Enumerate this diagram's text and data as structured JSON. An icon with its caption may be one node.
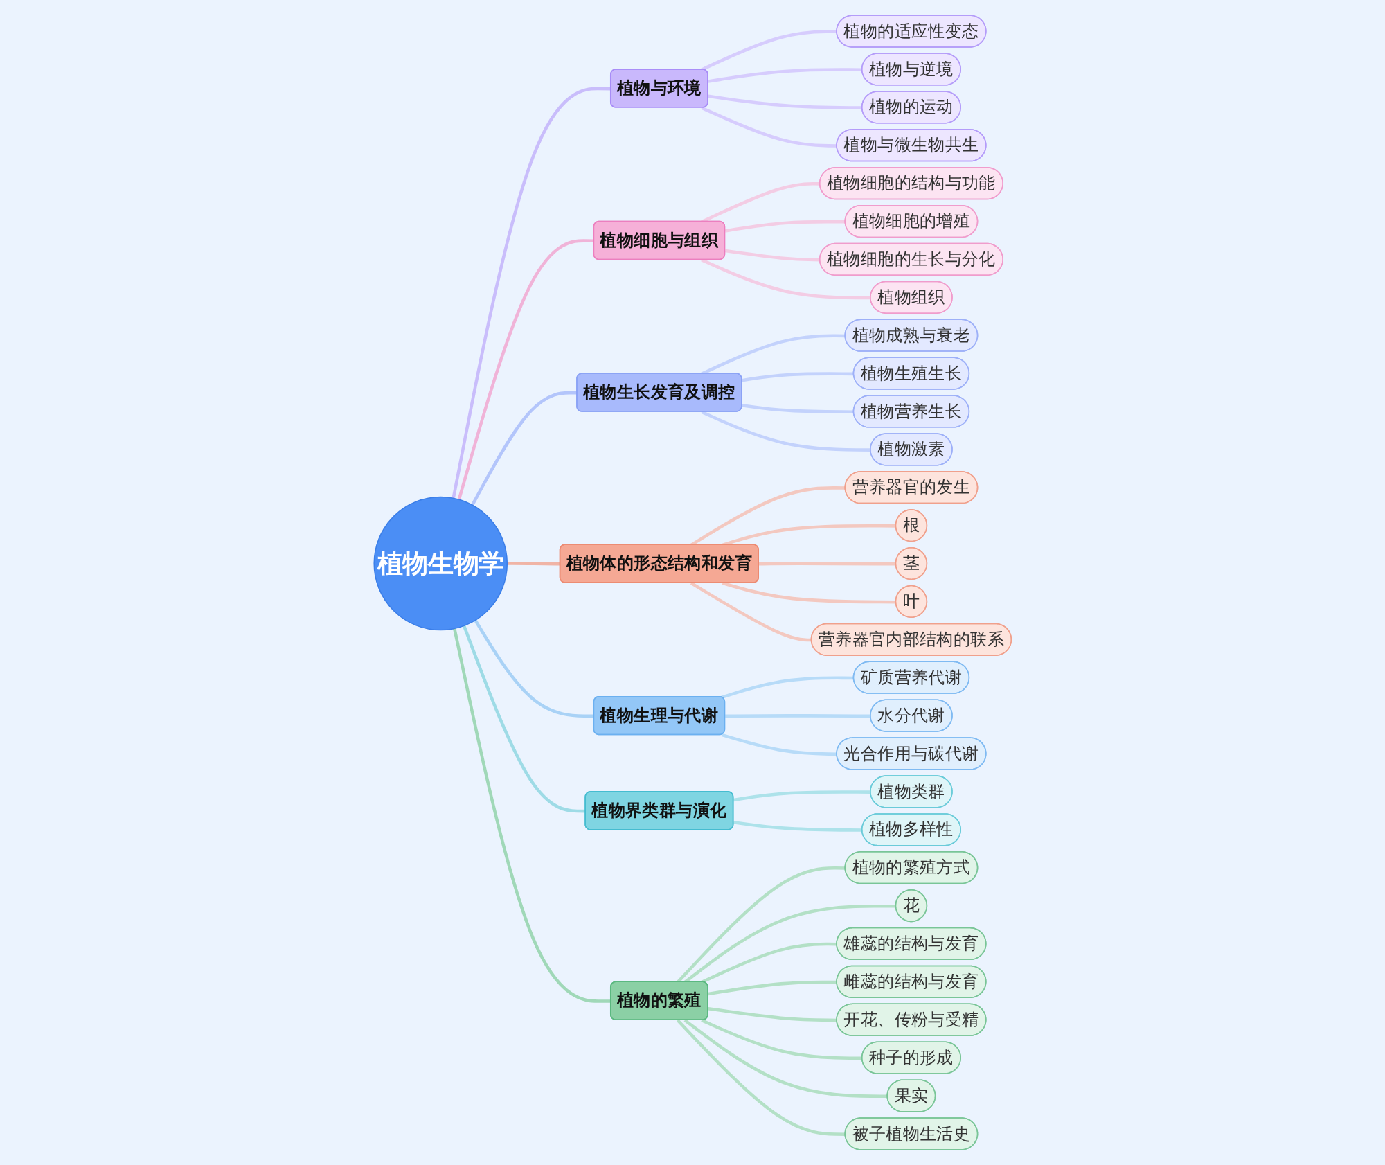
{
  "diagram": {
    "nodes": [
      {
        "text": [
          "植物生物学"
        ]
      },
      {
        "text": [
          "植物与环境"
        ]
      },
      {
        "text": [
          "植物的适应性变态"
        ]
      },
      {
        "text": [
          "植物与逆境"
        ]
      },
      {
        "text": [
          "植物的运动"
        ]
      },
      {
        "text": [
          "植物与微生物共生"
        ]
      },
      {
        "text": [
          "植物细胞与组织"
        ]
      },
      {
        "text": [
          "植物细胞的结构与功能"
        ]
      },
      {
        "text": [
          "植物细胞的增殖"
        ]
      },
      {
        "text": [
          "植物细胞的生长与分化"
        ]
      },
      {
        "text": [
          "植物组织"
        ]
      },
      {
        "text": [
          "植物生长发育及调控"
        ]
      },
      {
        "text": [
          "植物成熟与衰老"
        ]
      },
      {
        "text": [
          "植物生殖生长"
        ]
      },
      {
        "text": [
          "植物营养生长"
        ]
      },
      {
        "text": [
          "植物激素"
        ]
      },
      {
        "text": [
          "植物体的形态结构和发育"
        ]
      },
      {
        "text": [
          "营养器官的发生"
        ]
      },
      {
        "text": [
          "根"
        ]
      },
      {
        "text": [
          "茎"
        ]
      },
      {
        "text": [
          "叶"
        ]
      },
      {
        "text": [
          "营养器官内部结构的联系"
        ]
      },
      {
        "text": [
          "植物生理与代谢"
        ]
      },
      {
        "text": [
          "矿质营养代谢"
        ]
      },
      {
        "text": [
          "水分代谢"
        ]
      },
      {
        "text": [
          "光合作用与碳代谢"
        ]
      },
      {
        "text": [
          "植物界类群与演化"
        ]
      },
      {
        "text": [
          "植物类群"
        ]
      },
      {
        "text": [
          "植物多样性"
        ]
      },
      {
        "text": [
          "植物的繁殖"
        ]
      },
      {
        "text": [
          "植物的繁殖方式"
        ]
      },
      {
        "text": [
          "花"
        ]
      },
      {
        "text": [
          "雄蕊的结构与发育"
        ]
      },
      {
        "text": [
          "雌蕊的结构与发育"
        ]
      },
      {
        "text": [
          "开花、传粉与受精"
        ]
      },
      {
        "text": [
          "种子的形成"
        ]
      },
      {
        "text": [
          "果实"
        ]
      },
      {
        "text": [
          "被子植物生活史"
        ]
      }
    ],
    "edges": [
      {
        "from": 0,
        "to": 1,
        "arrow": "none",
        "color": "#c9bdfb"
      },
      {
        "from": 1,
        "to": 2,
        "arrow": "none",
        "color": "#d6ccfd"
      },
      {
        "from": 1,
        "to": 3,
        "arrow": "none",
        "color": "#d6ccfd"
      },
      {
        "from": 1,
        "to": 4,
        "arrow": "none",
        "color": "#d6ccfd"
      },
      {
        "from": 1,
        "to": 5,
        "arrow": "none",
        "color": "#d6ccfd"
      },
      {
        "from": 0,
        "to": 6,
        "arrow": "none",
        "color": "#f0b3d8"
      },
      {
        "from": 6,
        "to": 7,
        "arrow": "none",
        "color": "#f3cce4"
      },
      {
        "from": 6,
        "to": 8,
        "arrow": "none",
        "color": "#f3cce4"
      },
      {
        "from": 6,
        "to": 9,
        "arrow": "none",
        "color": "#f3cce4"
      },
      {
        "from": 6,
        "to": 10,
        "arrow": "none",
        "color": "#f3cce4"
      },
      {
        "from": 0,
        "to": 11,
        "arrow": "none",
        "color": "#b3c5fb"
      },
      {
        "from": 11,
        "to": 12,
        "arrow": "none",
        "color": "#c3d2fc"
      },
      {
        "from": 11,
        "to": 13,
        "arrow": "none",
        "color": "#c3d2fc"
      },
      {
        "from": 11,
        "to": 14,
        "arrow": "none",
        "color": "#c3d2fc"
      },
      {
        "from": 11,
        "to": 15,
        "arrow": "none",
        "color": "#c3d2fc"
      },
      {
        "from": 0,
        "to": 16,
        "arrow": "none",
        "color": "#f0b4a6"
      },
      {
        "from": 16,
        "to": 17,
        "arrow": "none",
        "color": "#f3c8c0"
      },
      {
        "from": 16,
        "to": 18,
        "arrow": "none",
        "color": "#f3c8c0"
      },
      {
        "from": 16,
        "to": 19,
        "arrow": "none",
        "color": "#f3c8c0"
      },
      {
        "from": 16,
        "to": 20,
        "arrow": "none",
        "color": "#f3c8c0"
      },
      {
        "from": 16,
        "to": 21,
        "arrow": "none",
        "color": "#f3c8c0"
      },
      {
        "from": 0,
        "to": 22,
        "arrow": "none",
        "color": "#a9d2f6"
      },
      {
        "from": 22,
        "to": 23,
        "arrow": "none",
        "color": "#b7dbf8"
      },
      {
        "from": 22,
        "to": 24,
        "arrow": "none",
        "color": "#b7dbf8"
      },
      {
        "from": 22,
        "to": 25,
        "arrow": "none",
        "color": "#b7dbf8"
      },
      {
        "from": 0,
        "to": 26,
        "arrow": "none",
        "color": "#9edbe6"
      },
      {
        "from": 26,
        "to": 27,
        "arrow": "none",
        "color": "#ade2ea"
      },
      {
        "from": 26,
        "to": 28,
        "arrow": "none",
        "color": "#ade2ea"
      },
      {
        "from": 0,
        "to": 29,
        "arrow": "none",
        "color": "#a0d8b8"
      },
      {
        "from": 29,
        "to": 30,
        "arrow": "none",
        "color": "#b3e0c6"
      },
      {
        "from": 29,
        "to": 31,
        "arrow": "none",
        "color": "#b3e0c6"
      },
      {
        "from": 29,
        "to": 32,
        "arrow": "none",
        "color": "#b3e0c6"
      },
      {
        "from": 29,
        "to": 33,
        "arrow": "none",
        "color": "#b3e0c6"
      },
      {
        "from": 29,
        "to": 34,
        "arrow": "none",
        "color": "#b3e0c6"
      },
      {
        "from": 29,
        "to": 35,
        "arrow": "none",
        "color": "#b3e0c6"
      },
      {
        "from": 29,
        "to": 36,
        "arrow": "none",
        "color": "#b3e0c6"
      },
      {
        "from": 29,
        "to": 37,
        "arrow": "none",
        "color": "#b3e0c6"
      }
    ]
  }
}
